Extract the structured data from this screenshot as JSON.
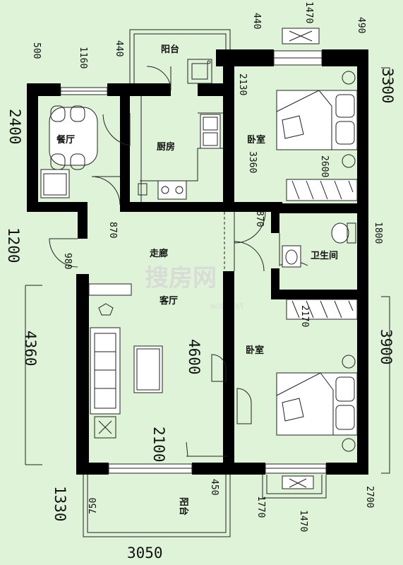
{
  "rooms": {
    "balcony_top": "阳台",
    "dining": "餐厅",
    "kitchen": "厨房",
    "bedroom_north": "卧室",
    "bathroom": "卫生间",
    "corridor": "走廊",
    "living": "客厅",
    "bedroom_south": "卧室",
    "balcony_bottom": "阳台"
  },
  "watermark": {
    "logo": "搜房网",
    "sub": "soufast"
  },
  "dimensions": {
    "d500": "500",
    "d1160": "1160",
    "d440": "440",
    "d2400": "2400",
    "d1200": "1200",
    "d4360": "4360",
    "d1330": "1330",
    "d3050": "3050",
    "d750": "750",
    "d450": "450",
    "d2100": "2100",
    "d4600": "4600",
    "d870": "870",
    "d980": "980",
    "d3360": "3360",
    "d2600": "2600",
    "d870b": "870",
    "d2170": "2170",
    "d2700": "2700",
    "d1470": "1470",
    "d1770": "1770",
    "d3900": "3900",
    "d1800": "1800",
    "d3300": "3300",
    "d490": "490",
    "d1470t": "1470",
    "d2130": "2130"
  }
}
